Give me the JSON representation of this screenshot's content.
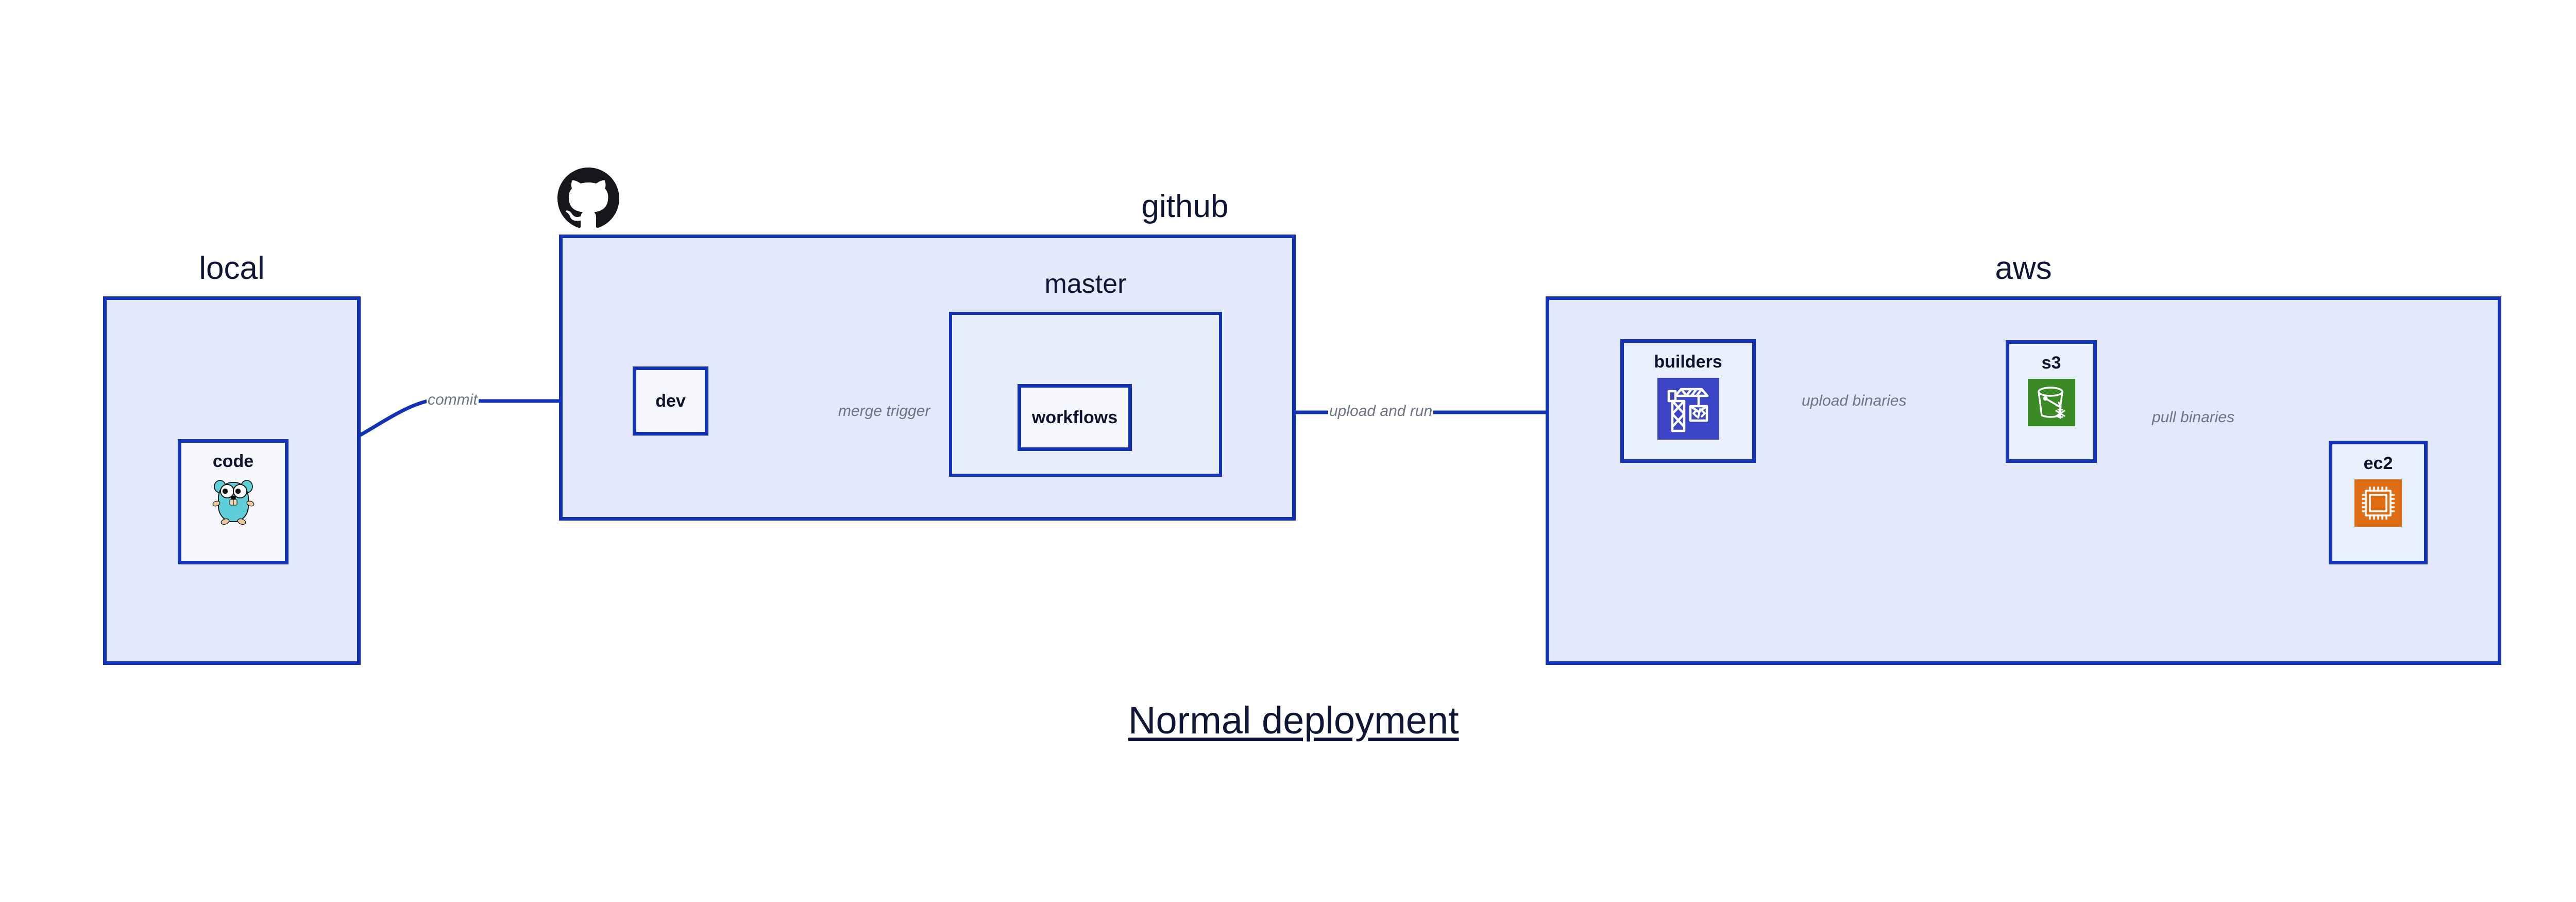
{
  "diagram": {
    "caption": "Normal deployment",
    "groups": [
      {
        "id": "local",
        "title": "local"
      },
      {
        "id": "github",
        "title": "github"
      },
      {
        "id": "aws",
        "title": "aws"
      }
    ],
    "subgroups": [
      {
        "id": "master",
        "title": "master"
      }
    ],
    "nodes": [
      {
        "id": "code",
        "label": "code",
        "icon": "go-gopher-icon"
      },
      {
        "id": "dev",
        "label": "dev",
        "icon": "none"
      },
      {
        "id": "workflows",
        "label": "workflows",
        "icon": "none"
      },
      {
        "id": "builders",
        "label": "builders",
        "icon": "aws-codebuild-icon"
      },
      {
        "id": "s3",
        "label": "s3",
        "icon": "aws-s3-glacier-icon"
      },
      {
        "id": "ec2",
        "label": "ec2",
        "icon": "aws-ec2-icon"
      }
    ],
    "edges": [
      {
        "id": "commit",
        "label": "commit",
        "from": "code",
        "to": "dev"
      },
      {
        "id": "merge-trigger",
        "label": "merge trigger",
        "from": "dev",
        "to": "workflows"
      },
      {
        "id": "upload-and-run",
        "label": "upload and run",
        "from": "workflows",
        "to": "builders"
      },
      {
        "id": "upload-binaries",
        "label": "upload binaries",
        "from": "builders",
        "to": "s3"
      },
      {
        "id": "pull-binaries",
        "label": "pull binaries",
        "from": "s3",
        "to": "ec2"
      }
    ],
    "icons": {
      "github_logo": "github-mark-icon"
    },
    "colors": {
      "border": "#1232b5",
      "group_fill": "#e3e8fb",
      "node_fill": "#eaeffc",
      "label_text": "#0f1534",
      "edge_label_text": "#6e7487",
      "codebuild": "#3b44c4",
      "s3_glacier": "#3a8a26",
      "ec2": "#dd6c12",
      "gopher": "#5ecfd8"
    }
  }
}
